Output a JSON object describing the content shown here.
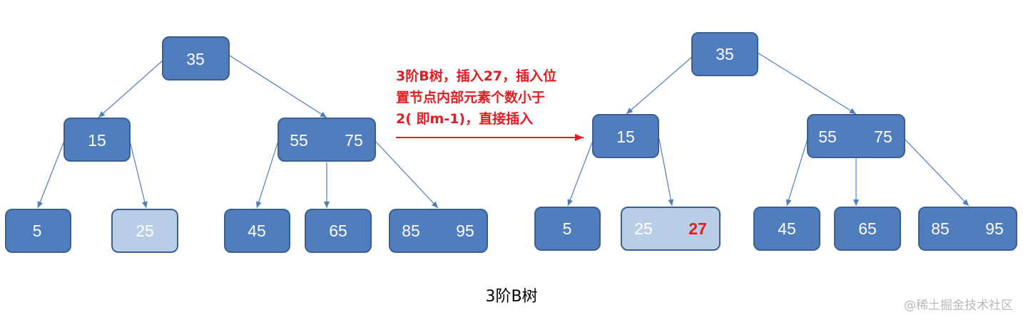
{
  "colors": {
    "node_fill": "#4f7dbd",
    "node_light_fill": "#b9cde6",
    "highlight_text": "#e31b23"
  },
  "left_tree": {
    "root": [
      "35"
    ],
    "level2": [
      [
        "15"
      ],
      [
        "55",
        "75"
      ]
    ],
    "leaves": [
      [
        "5"
      ],
      [
        "25"
      ],
      [
        "45"
      ],
      [
        "65"
      ],
      [
        "85",
        "95"
      ]
    ]
  },
  "right_tree": {
    "root": [
      "35"
    ],
    "level2": [
      [
        "15"
      ],
      [
        "55",
        "75"
      ]
    ],
    "leaves": [
      [
        "5"
      ],
      [
        "25",
        "27"
      ],
      [
        "45"
      ],
      [
        "65"
      ],
      [
        "85",
        "95"
      ]
    ]
  },
  "annotation": {
    "lines": [
      "3阶B树，插入27，插入位",
      "置节点内部元素个数小于",
      "2( 即m-1)，直接插入"
    ]
  },
  "caption": "3阶B树",
  "watermark": "@稀土掘金技术社区"
}
